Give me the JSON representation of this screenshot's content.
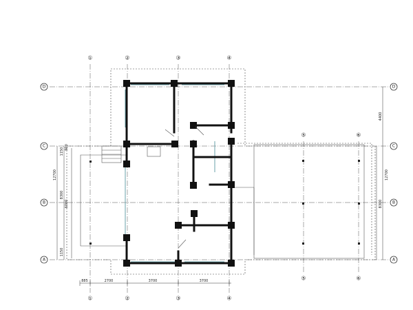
{
  "axes": {
    "numbers_top": [
      "①",
      "②",
      "③",
      "④"
    ],
    "numbers_bottom": [
      "①",
      "②",
      "③",
      "④"
    ],
    "numbers_mid_top": [
      "⑤",
      "⑥"
    ],
    "numbers_mid_bottom": [
      "⑤",
      "⑥"
    ],
    "letters_left": [
      "D",
      "C",
      "B",
      "A"
    ],
    "letters_right": [
      "D",
      "C",
      "B",
      "A"
    ]
  },
  "dimensions": {
    "bottom": [
      "885",
      "2700",
      "3700",
      "3700"
    ],
    "left_outer": "12700",
    "left_inner_top": "1150",
    "left_inner_mid": "8300",
    "left_inner_mid2": "6000",
    "left_inner_bottom": "1150",
    "left_small": "900",
    "right_upper": "4400",
    "right_lower_outer": "12700",
    "right_lower_inner": "8300"
  },
  "colors": {
    "wall": "#111111",
    "window": "#6aa0a8",
    "grid": "#555555"
  }
}
